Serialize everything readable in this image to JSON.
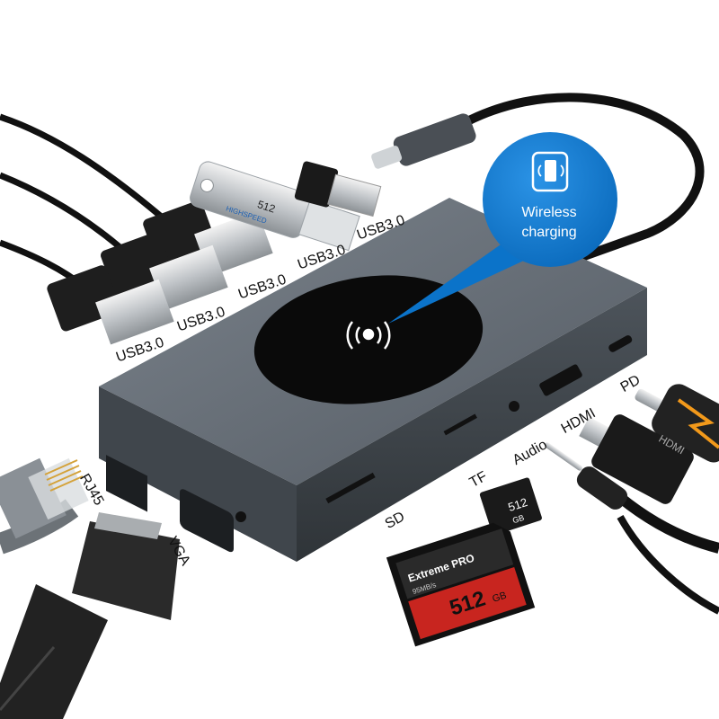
{
  "callout": {
    "line1": "Wireless",
    "line2": "charging"
  },
  "usb_labels": [
    "USB3.0",
    "USB3.0",
    "USB3.0",
    "USB3.0",
    "USB3.0"
  ],
  "port_labels": {
    "pd": "PD",
    "hdmi": "HDMI",
    "audio": "Audio",
    "tf": "TF",
    "sd": "SD",
    "rj45": "RJ45",
    "vga": "VGA"
  },
  "flash_drive_text": {
    "capacity": "512",
    "brand": "HIGHSPEED"
  },
  "sd_card_text": {
    "brand": "Extreme PRO",
    "capacity": "512",
    "unit": "GB",
    "class": "95MB/s"
  },
  "tf_card_text": {
    "capacity": "512",
    "unit": "GB"
  },
  "hdmi_cable_text": "HDMI",
  "colors": {
    "accent": "#0b73c9",
    "hub_body": "#5b636c",
    "hub_dark": "#3c4249",
    "pad": "#0a0a0a",
    "pd_stripe": "#f2991b"
  },
  "icons": {
    "bubble": "wireless-charging-phone-icon",
    "pad": "wireless-signal-icon"
  }
}
